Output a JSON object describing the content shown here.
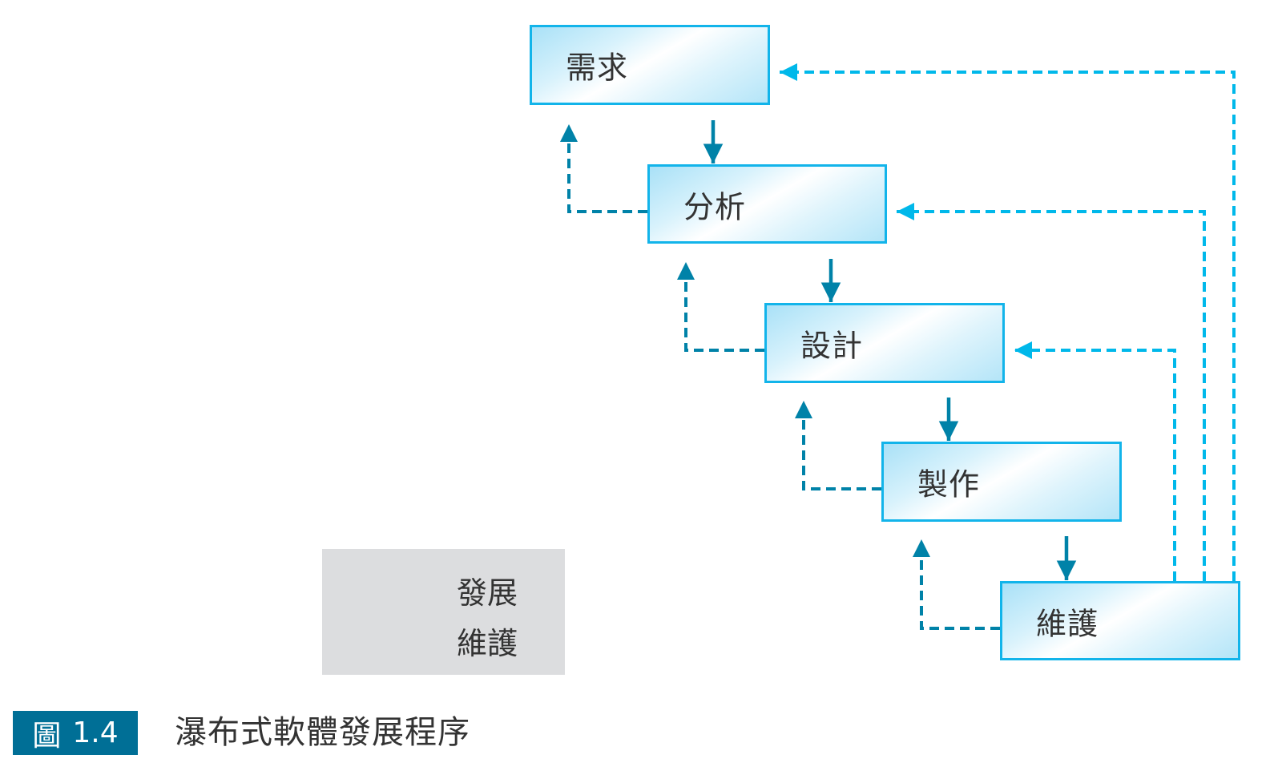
{
  "figure": {
    "stages": [
      {
        "id": "requirements",
        "label": "需求"
      },
      {
        "id": "analysis",
        "label": "分析"
      },
      {
        "id": "design",
        "label": "設計"
      },
      {
        "id": "implementation",
        "label": "製作"
      },
      {
        "id": "maintenance",
        "label": "維護"
      }
    ],
    "development_flow": [
      [
        "requirements",
        "analysis"
      ],
      [
        "analysis",
        "design"
      ],
      [
        "design",
        "implementation"
      ],
      [
        "implementation",
        "maintenance"
      ]
    ],
    "maintenance_feedback": {
      "to_previous_stage": [
        [
          "analysis",
          "requirements"
        ],
        [
          "design",
          "analysis"
        ],
        [
          "implementation",
          "design"
        ],
        [
          "maintenance",
          "implementation"
        ]
      ],
      "from_maintenance": [
        [
          "maintenance",
          "requirements"
        ],
        [
          "maintenance",
          "analysis"
        ],
        [
          "maintenance",
          "design"
        ]
      ]
    },
    "legend": [
      {
        "type": "solid",
        "label": "發展"
      },
      {
        "type": "dashed",
        "label": "維護"
      }
    ],
    "caption": {
      "badge_icon_char": "圖",
      "number": "1.4",
      "title": "瀑布式軟體發展程序"
    },
    "colors": {
      "development_arrow": "#0082a8",
      "feedback_to_previous": "#0082a8",
      "feedback_from_maintenance": "#00b8ea",
      "box_border": "#12b4ea",
      "legend_bg": "#dcdddf",
      "caption_badge_bg": "#006f96"
    }
  }
}
